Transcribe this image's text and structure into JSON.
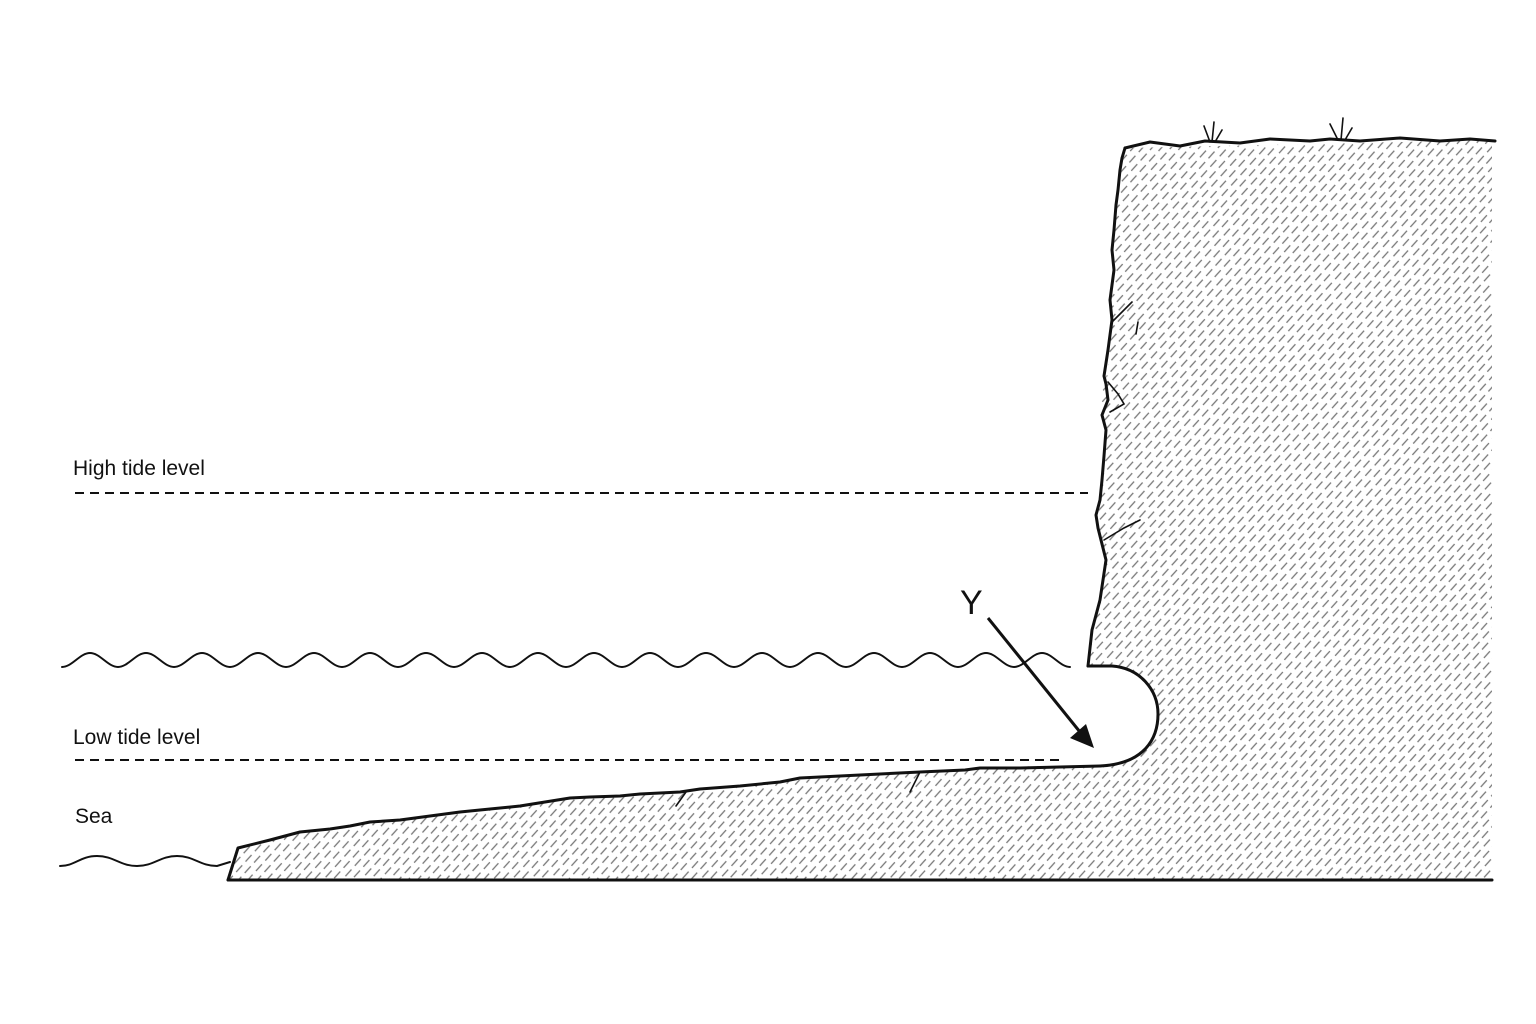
{
  "labels": {
    "high_tide": "High tide level",
    "low_tide": "Low tide level",
    "sea": "Sea",
    "feature": "Y"
  },
  "colors": {
    "ink": "#111111",
    "hatch": "#777777",
    "background": "#ffffff"
  }
}
